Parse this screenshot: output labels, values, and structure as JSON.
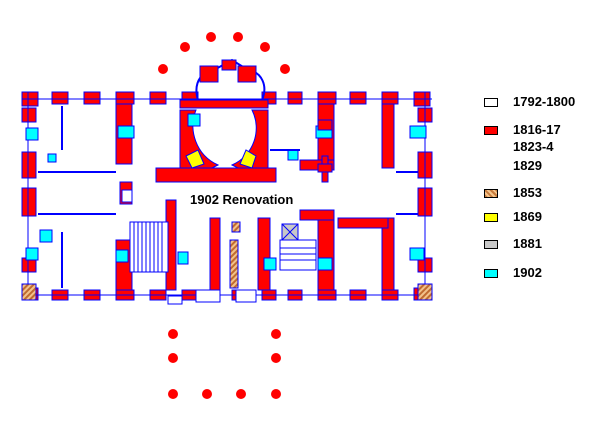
{
  "diagram": {
    "label": "1902 Renovation"
  },
  "legend": {
    "items": [
      {
        "label": "1792-1800",
        "color": "#ffffff"
      },
      {
        "label": "1816-17",
        "color": "#ff0000",
        "extra": [
          "1823-4",
          "1829"
        ]
      },
      {
        "label": "1853",
        "color": "#d2925a",
        "pattern": "hatch"
      },
      {
        "label": "1869",
        "color": "#ffff00"
      },
      {
        "label": "1881",
        "color": "#c8c8c8"
      },
      {
        "label": "1902",
        "color": "#00ffff"
      }
    ]
  },
  "colors": {
    "wall_red": "#ff0000",
    "line_blue": "#0000ff",
    "cyan": "#00ffff",
    "yellow": "#ffff00",
    "hatch": "#d2925a",
    "gray": "#c8c8c8"
  }
}
